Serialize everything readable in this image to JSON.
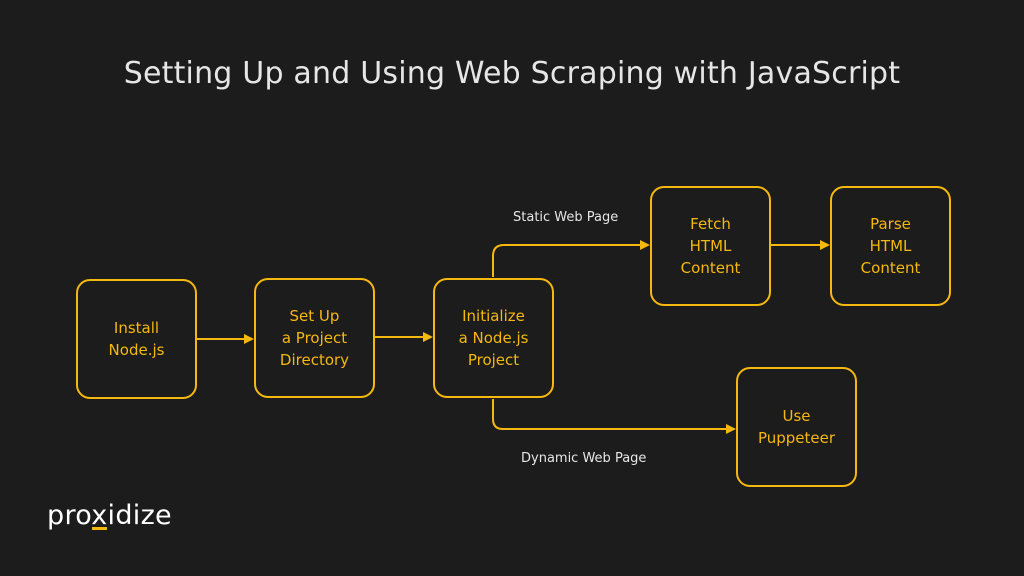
{
  "title": "Setting Up and Using Web Scraping with JavaScript",
  "colors": {
    "background": "#1c1c1c",
    "accent": "#f5b80f",
    "text": "#e6e6e6"
  },
  "nodes": {
    "install": "Install\nNode.js",
    "setup": "Set Up\na Project\nDirectory",
    "init": "Initialize\na Node.js\nProject",
    "fetch": "Fetch\nHTML\nContent",
    "parse": "Parse\nHTML\nContent",
    "puppeteer": "Use\nPuppeteer"
  },
  "edge_labels": {
    "static": "Static Web Page",
    "dynamic": "Dynamic Web Page"
  },
  "logo": {
    "before": "pro",
    "x": "x",
    "after": "idize"
  }
}
